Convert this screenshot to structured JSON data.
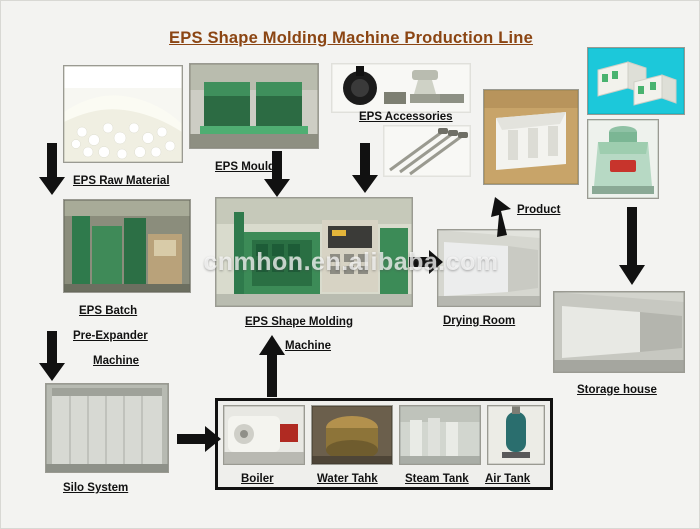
{
  "title": "EPS Shape Molding Machine Production Line",
  "watermark": "cnmhon.en.alibaba.com",
  "diagram": {
    "type": "process-flow",
    "nodes": [
      {
        "id": "raw",
        "label": "EPS Raw Material",
        "image": "white eps beads pile"
      },
      {
        "id": "moulds",
        "label": "EPS Moulds",
        "image": "green aluminium moulds"
      },
      {
        "id": "accessories",
        "label": "EPS Accessories",
        "image": "valves and steam fittings"
      },
      {
        "id": "product",
        "label": "Product",
        "image": "white eps box product"
      },
      {
        "id": "preexpander",
        "label": "EPS Batch Pre-Expander Machine",
        "image": "pre-expander machine"
      },
      {
        "id": "molding",
        "label": "EPS Shape Molding Machine",
        "image": "green shape molding machine"
      },
      {
        "id": "drying",
        "label": "Drying Room",
        "image": "drying room interior"
      },
      {
        "id": "storage",
        "label": "Storage house",
        "image": "storage warehouse interior"
      },
      {
        "id": "silo",
        "label": "Silo System",
        "image": "fabric silo system"
      },
      {
        "id": "boiler",
        "label": "Boiler",
        "image": "industrial boiler"
      },
      {
        "id": "watertank",
        "label": "Water Tahk",
        "image": "water tank"
      },
      {
        "id": "steamtank",
        "label": "Steam Tank",
        "image": "steam tank room"
      },
      {
        "id": "airtank",
        "label": "Air Tank",
        "image": "air tank"
      }
    ],
    "edges": [
      {
        "from": "raw",
        "to": "preexpander",
        "direction": "down"
      },
      {
        "from": "preexpander",
        "to": "silo",
        "direction": "down"
      },
      {
        "from": "silo",
        "to": "boiler-group",
        "direction": "right"
      },
      {
        "from": "boiler-group",
        "to": "molding",
        "direction": "up"
      },
      {
        "from": "moulds",
        "to": "molding",
        "direction": "down"
      },
      {
        "from": "accessories",
        "to": "molding",
        "direction": "down"
      },
      {
        "from": "molding",
        "to": "drying",
        "direction": "right"
      },
      {
        "from": "drying",
        "to": "product",
        "direction": "up-left"
      },
      {
        "from": "product",
        "to": "storage",
        "direction": "down"
      }
    ]
  },
  "captions": {
    "raw": "EPS Raw Material",
    "moulds": "EPS Moulds",
    "accessories": "EPS Accessories",
    "product": "Product",
    "preexpander_line1": "EPS Batch",
    "preexpander_line2": "Pre-Expander",
    "preexpander_line3": "Machine",
    "molding_line1": "EPS Shape Molding",
    "molding_line2": "Machine",
    "drying": "Drying Room",
    "storage": "Storage house",
    "silo": "Silo System",
    "boiler": "Boiler",
    "watertank": "Water Tahk",
    "steamtank": "Steam Tank",
    "airtank": "Air Tank"
  },
  "colors": {
    "title": "#8B4513",
    "background": "#f3f3f1",
    "caption": "#111111",
    "arrow": "#111111",
    "machine_green": "#2e7d4f"
  }
}
